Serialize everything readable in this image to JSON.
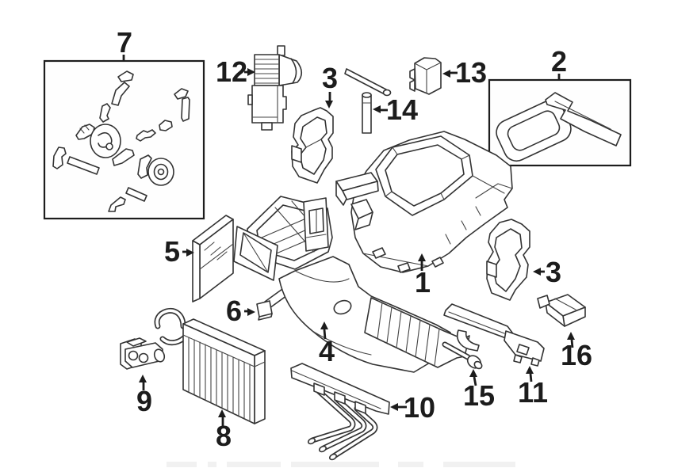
{
  "diagram": {
    "colors": {
      "background": "#ffffff",
      "line": "#333333",
      "label": "#1c1c1c",
      "watermark_bar": "#f1f1f1"
    },
    "callouts": {
      "c1": "1",
      "c2": "2",
      "c3_top": "3",
      "c3_bottom": "3",
      "c4": "4",
      "c5": "5",
      "c6": "6",
      "c7": "7",
      "c8": "8",
      "c9": "9",
      "c10": "10",
      "c11": "11",
      "c12": "12",
      "c13": "13",
      "c14": "14",
      "c15": "15",
      "c16": "16"
    }
  }
}
